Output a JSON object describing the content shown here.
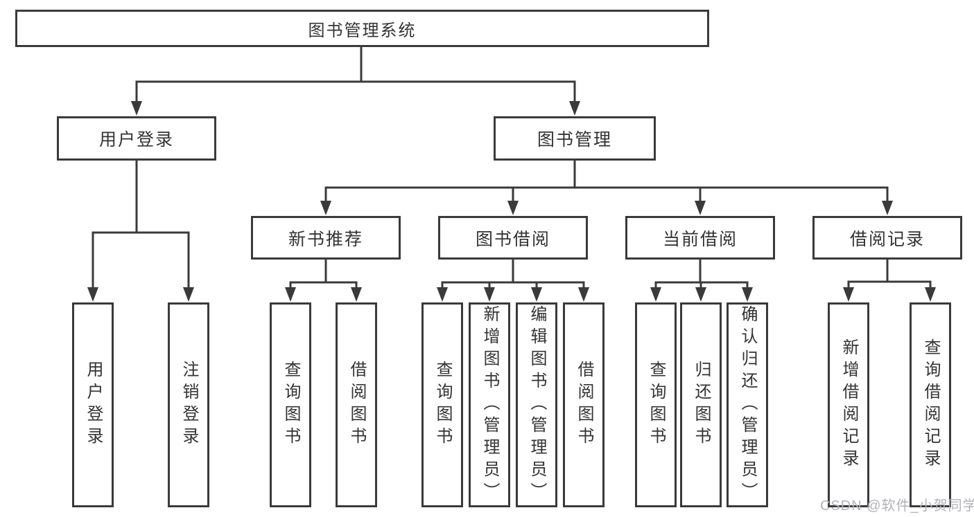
{
  "tree": {
    "root": "图书管理系统",
    "level2": [
      {
        "label": "用户登录",
        "children": [
          {
            "label": "用户登录"
          },
          {
            "label": "注销登录"
          }
        ]
      },
      {
        "label": "图书管理",
        "children": [
          {
            "label": "新书推荐",
            "children": [
              {
                "label": "查询图书"
              },
              {
                "label": "借阅图书"
              }
            ]
          },
          {
            "label": "图书借阅",
            "children": [
              {
                "label": "查询图书"
              },
              {
                "label": "新增图书（管理员）"
              },
              {
                "label": "编辑图书（管理员）"
              },
              {
                "label": "借阅图书"
              }
            ]
          },
          {
            "label": "当前借阅",
            "children": [
              {
                "label": "查询图书"
              },
              {
                "label": "归还图书"
              },
              {
                "label": "确认归还（管理员）"
              }
            ]
          },
          {
            "label": "借阅记录",
            "children": [
              {
                "label": "新增借阅记录"
              },
              {
                "label": "查询借阅记录"
              }
            ]
          }
        ]
      }
    ]
  },
  "watermark": {
    "text": "CSDN @软件_小贺同学"
  },
  "colors": {
    "line": "#3a3a3a",
    "text": "#333333",
    "watermark": "#b2b2b8",
    "background": "#ffffff"
  }
}
